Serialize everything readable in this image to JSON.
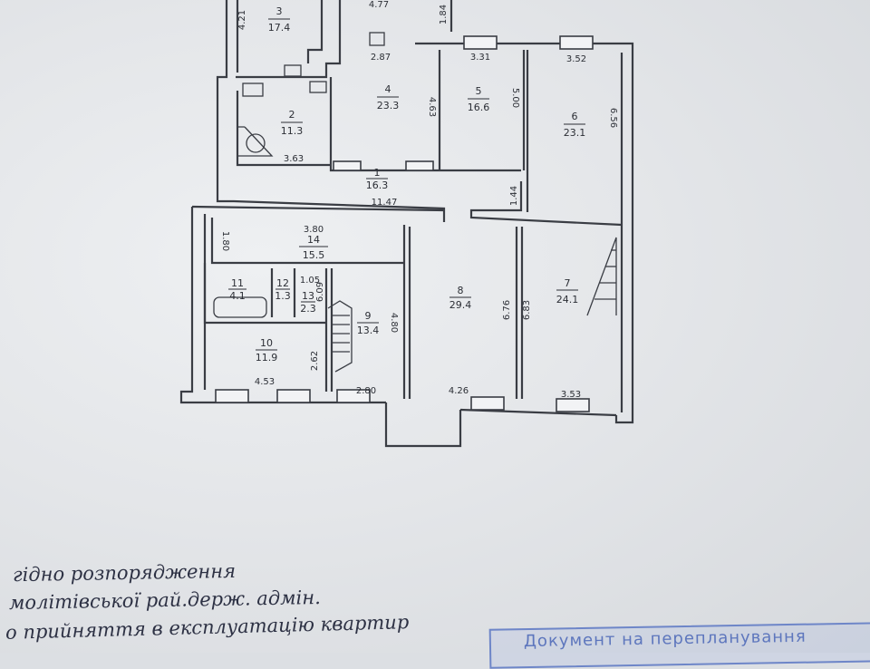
{
  "rooms": [
    {
      "id": "room-3",
      "number": "3",
      "area": "17.4"
    },
    {
      "id": "room-2",
      "number": "2",
      "area": "11.3"
    },
    {
      "id": "room-4",
      "number": "4",
      "area": "23.3"
    },
    {
      "id": "room-5",
      "number": "5",
      "area": "16.6"
    },
    {
      "id": "room-6",
      "number": "6",
      "area": "23.1"
    },
    {
      "id": "room-1",
      "number": "1",
      "area": "16.3"
    },
    {
      "id": "room-14",
      "number": "14",
      "area": "15.5"
    },
    {
      "id": "room-11",
      "number": "11",
      "area": "4.1"
    },
    {
      "id": "room-12",
      "number": "12",
      "area": "1.3"
    },
    {
      "id": "room-13",
      "number": "13",
      "area": "2.3"
    },
    {
      "id": "room-9",
      "number": "9",
      "area": "13.4"
    },
    {
      "id": "room-8",
      "number": "8",
      "area": "29.4"
    },
    {
      "id": "room-7",
      "number": "7",
      "area": "24.1"
    },
    {
      "id": "room-10",
      "number": "10",
      "area": "11.9"
    }
  ],
  "dimensions": {
    "d_421": "4.21",
    "d_477": "4.77",
    "d_184": "1.84",
    "d_287": "2.87",
    "d_331": "3.31",
    "d_352": "3.52",
    "d_463": "4.63",
    "d_500": "5.00",
    "d_656": "6.56",
    "d_363": "3.63",
    "d_1147": "11.47",
    "d_144": "1.44",
    "d_180": "1.80",
    "d_380": "3.80",
    "d_105": "1.05",
    "d_609": "6.09",
    "d_480": "4.80",
    "d_676": "6.76",
    "d_683": "6.83",
    "d_262": "2.62",
    "d_453": "4.53",
    "d_280": "2.80",
    "d_426": "4.26",
    "d_353": "3.53"
  },
  "notes": {
    "line1": "гідно розпорядження",
    "line2": "молітівської рай.держ. адмін.",
    "line3": "о прийняття в експлуатацію квартир"
  },
  "stamp": {
    "text": "Документ на перепланування"
  }
}
